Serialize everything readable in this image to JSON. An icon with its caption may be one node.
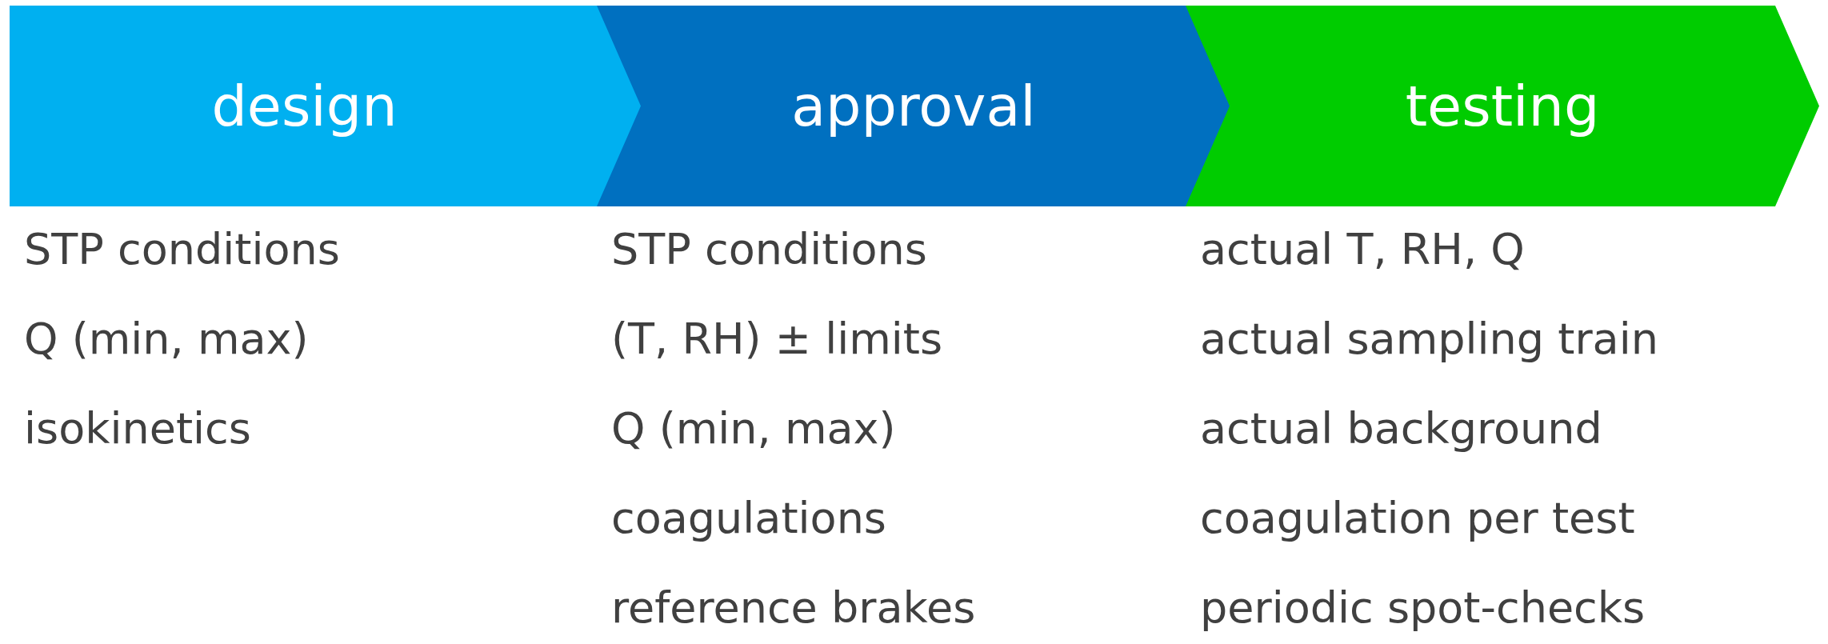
{
  "diagram": {
    "nodes": [
      {
        "text": [
          "design"
        ],
        "beside": [
          "STP conditions",
          "Q (min, max)",
          "isokinetics"
        ]
      },
      {
        "text": [
          "approval"
        ],
        "beside": [
          "STP conditions",
          "(T, RH) ± limits",
          "Q (min, max)",
          "coagulations",
          "reference brakes"
        ]
      },
      {
        "text": [
          "testing"
        ],
        "beside": [
          "actual T, RH, Q",
          "actual sampling train",
          "actual background",
          "coagulation per test",
          "periodic spot-checks"
        ]
      }
    ]
  }
}
